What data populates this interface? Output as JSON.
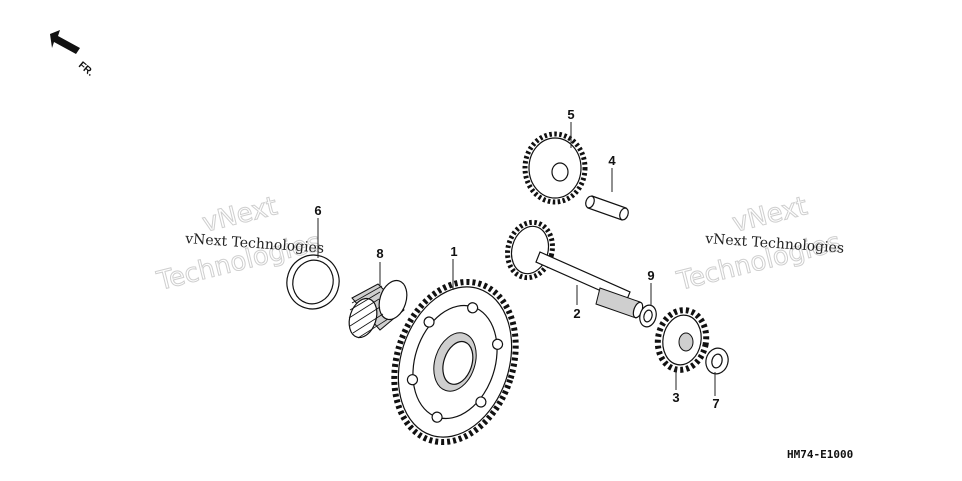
{
  "orientation": {
    "label": "FR.",
    "icon": "front-direction-arrow-icon"
  },
  "diagram_code": "HM74-E1000",
  "watermarks": [
    {
      "small": "vNext Technologies",
      "big_1": "vNext",
      "big_2": "Technologies"
    },
    {
      "small": "vNext Technologies",
      "big_1": "vNext",
      "big_2": "Technologies"
    }
  ],
  "callouts": {
    "c1": "1",
    "c2": "2",
    "c3": "3",
    "c4": "4",
    "c5": "5",
    "c6": "6",
    "c7": "7",
    "c8": "8",
    "c9": "9"
  }
}
